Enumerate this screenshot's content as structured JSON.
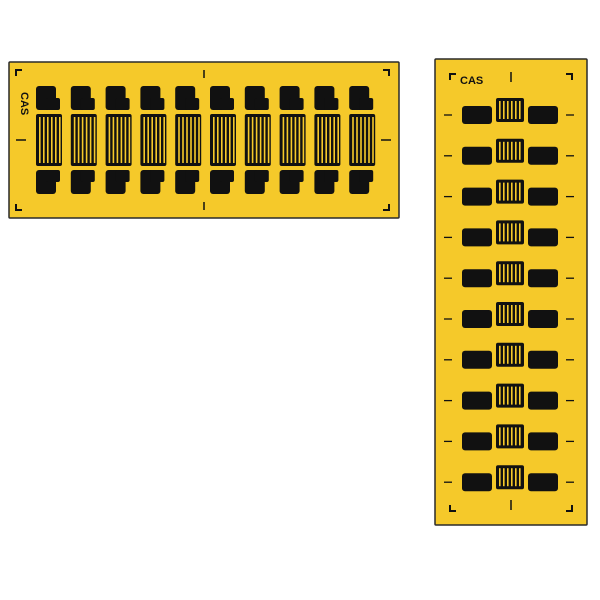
{
  "colors": {
    "substrate": "#f5c92a",
    "outline": "#2a2a2a",
    "foil": "#111111",
    "background": "#ffffff"
  },
  "horizontal_strip": {
    "brand_label": "CAS",
    "gauge_count": 10,
    "orientation": "horizontal"
  },
  "vertical_strip": {
    "brand_label": "CAS",
    "gauge_count": 10,
    "orientation": "vertical"
  }
}
